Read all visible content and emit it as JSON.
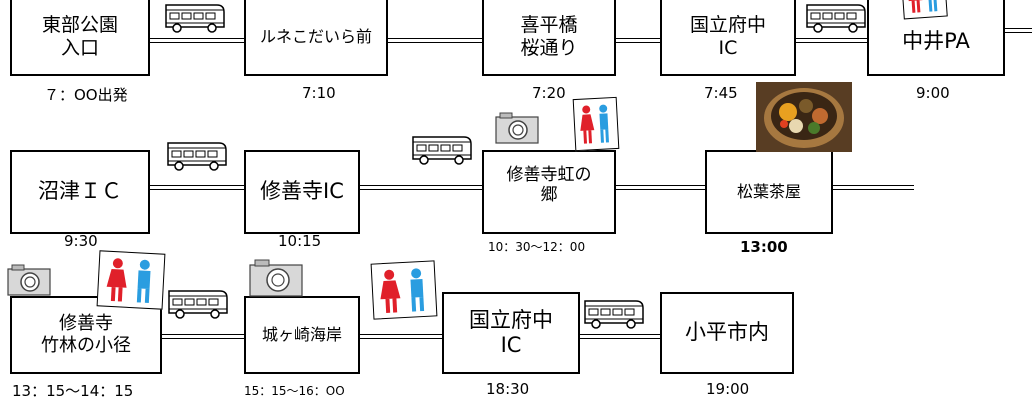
{
  "stops": [
    {
      "id": "higashibu-koen-iriguchi",
      "name": "東部公園\n入口",
      "time": "７：OO出発"
    },
    {
      "id": "lune-kodaira-mae",
      "name": "ルネこだいら前",
      "time": "7:10"
    },
    {
      "id": "kiheibashi-sakura-dori",
      "name": "喜平橋\n桜通り",
      "time": "7:20"
    },
    {
      "id": "kokubunji-ic-1",
      "name": "国立府中\nIC",
      "time": "7:45"
    },
    {
      "id": "nakai-pa",
      "name": "中井PA",
      "time": "9:00"
    },
    {
      "id": "numazu-ic",
      "name": "沼津ＩＣ",
      "time": "9:30"
    },
    {
      "id": "shuzenji-ic",
      "name": "修善寺IC",
      "time": "10:15"
    },
    {
      "id": "shuzenji-niji-no-sato",
      "name": "修善寺虹の\n郷",
      "time": "10：30～12：00"
    },
    {
      "id": "shoyo-chaya",
      "name": "松葉茶屋",
      "time": "13:00"
    },
    {
      "id": "shuzenji-chikurin",
      "name": "修善寺\n竹林の小径",
      "time": "13：15～14：15"
    },
    {
      "id": "jogasaki-kaigan",
      "name": "城ヶ崎海岸",
      "time": "15：15～16：OO"
    },
    {
      "id": "kokubunji-ic-2",
      "name": "国立府中\nIC",
      "time": "18:30"
    },
    {
      "id": "kodaira-shinai",
      "name": "小平市内",
      "time": "19:00"
    }
  ],
  "icons": {
    "bus": "bus-icon",
    "camera": "camera-icon",
    "restroom": "restroom-icon",
    "photo": "bento-lunch-photo"
  },
  "colors": {
    "line": "#000000",
    "male": "#2a9de0",
    "female": "#e0202a",
    "bus_body": "#ffffff"
  }
}
